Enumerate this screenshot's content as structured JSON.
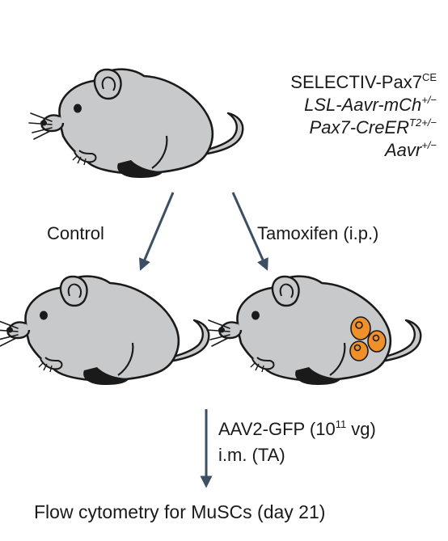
{
  "genotype": {
    "line1": {
      "text": "SELECTIV-Pax7",
      "sup": "CE"
    },
    "line2": {
      "text": "LSL-Aavr-mCh",
      "sup": "+/−"
    },
    "line3": {
      "text": "Pax7-CreER",
      "sup": "T2+/−"
    },
    "line4": {
      "text": "Aavr",
      "sup": "+/−"
    }
  },
  "labels": {
    "control": "Control",
    "tamoxifen": "Tamoxifen (i.p.)",
    "aav_prefix": "AAV2-GFP (10",
    "aav_exp": "11",
    "aav_suffix": " vg)",
    "injection": "i.m. (TA)",
    "readout": "Flow cytometry for MuSCs (day 21)"
  },
  "colors": {
    "mouse_body": "#c8c9cb",
    "mouse_outline": "#1a1a1a",
    "arrow": "#3d4f63",
    "cells": "#f0902a"
  }
}
